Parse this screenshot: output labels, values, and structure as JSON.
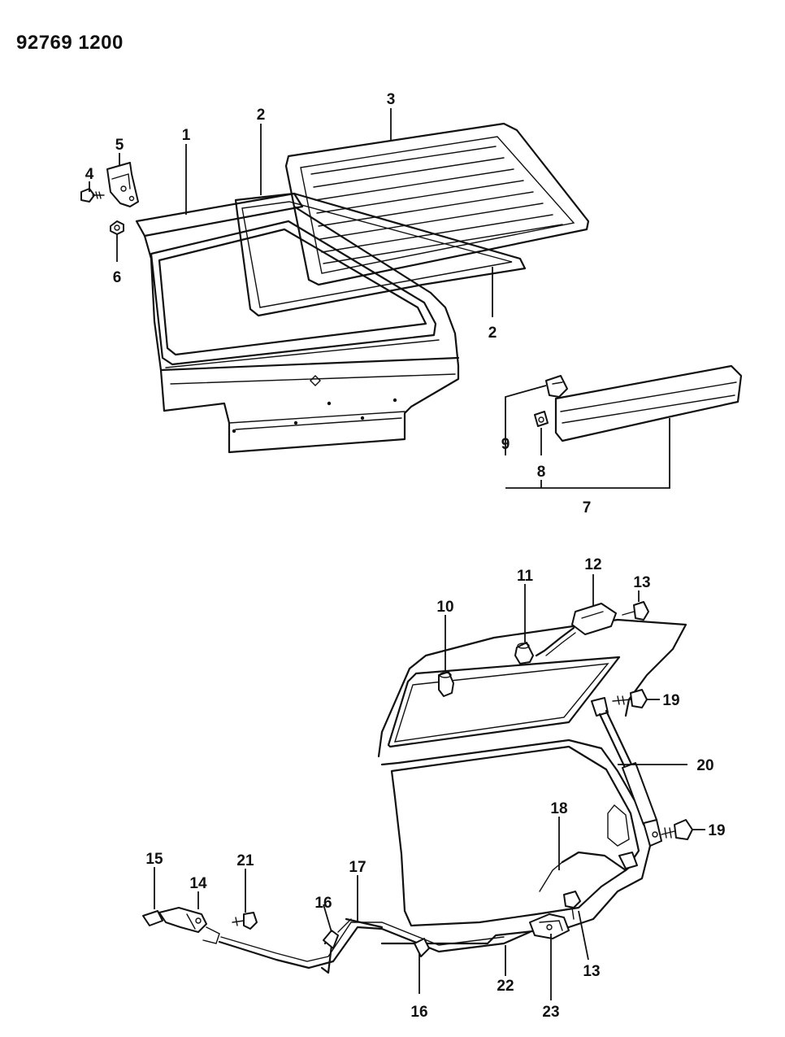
{
  "document": {
    "id": "92769 1200"
  },
  "callouts": {
    "c1": "1",
    "c2a": "2",
    "c2b": "2",
    "c3": "3",
    "c4": "4",
    "c5": "5",
    "c6": "6",
    "c7": "7",
    "c8": "8",
    "c9": "9",
    "c10": "10",
    "c11": "11",
    "c12": "12",
    "c13a": "13",
    "c13b": "13",
    "c14": "14",
    "c15": "15",
    "c16a": "16",
    "c16b": "16",
    "c17": "17",
    "c18": "18",
    "c19a": "19",
    "c19b": "19",
    "c20": "20",
    "c21": "21",
    "c22": "22",
    "c23": "23"
  }
}
